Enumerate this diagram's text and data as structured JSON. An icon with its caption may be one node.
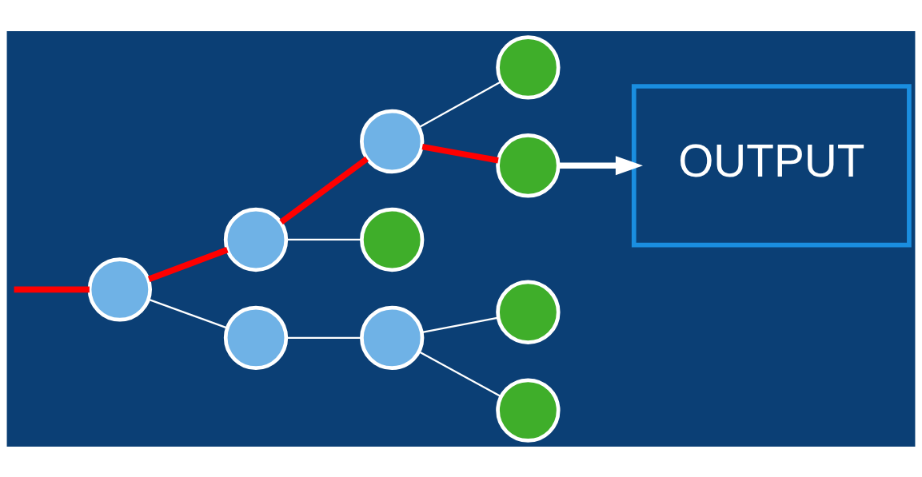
{
  "diagram": {
    "nodes": [
      {
        "text": [],
        "shape": "circle"
      },
      {
        "text": [],
        "shape": "circle"
      },
      {
        "text": [],
        "shape": "circle"
      },
      {
        "text": [],
        "shape": "circle"
      },
      {
        "text": [],
        "shape": "circle"
      },
      {
        "text": [],
        "shape": "circle"
      },
      {
        "text": [],
        "shape": "circle"
      },
      {
        "text": [],
        "shape": "circle"
      },
      {
        "text": [],
        "shape": "circle"
      },
      {
        "text": [],
        "shape": "circle"
      },
      {
        "text": [
          "OUTPUT"
        ]
      }
    ],
    "edges": [
      {
        "from": null,
        "to": 0,
        "arrow": "none",
        "style": "thick",
        "color": "#ff0000"
      },
      {
        "from": 0,
        "to": 1,
        "arrow": "none",
        "style": "thick",
        "color": "#ff0000"
      },
      {
        "from": 0,
        "to": 2,
        "arrow": "none"
      },
      {
        "from": 1,
        "to": 3,
        "arrow": "none",
        "style": "thick",
        "color": "#ff0000"
      },
      {
        "from": 1,
        "to": 7,
        "arrow": "none"
      },
      {
        "from": 2,
        "to": 4,
        "arrow": "none"
      },
      {
        "from": 3,
        "to": 5,
        "arrow": "none"
      },
      {
        "from": 3,
        "to": 6,
        "arrow": "none",
        "style": "thick",
        "color": "#ff0000"
      },
      {
        "from": 4,
        "to": 8,
        "arrow": "none"
      },
      {
        "from": 4,
        "to": 9,
        "arrow": "none"
      },
      {
        "from": 6,
        "to": 10,
        "arrow": "to",
        "style": "thick"
      }
    ]
  }
}
